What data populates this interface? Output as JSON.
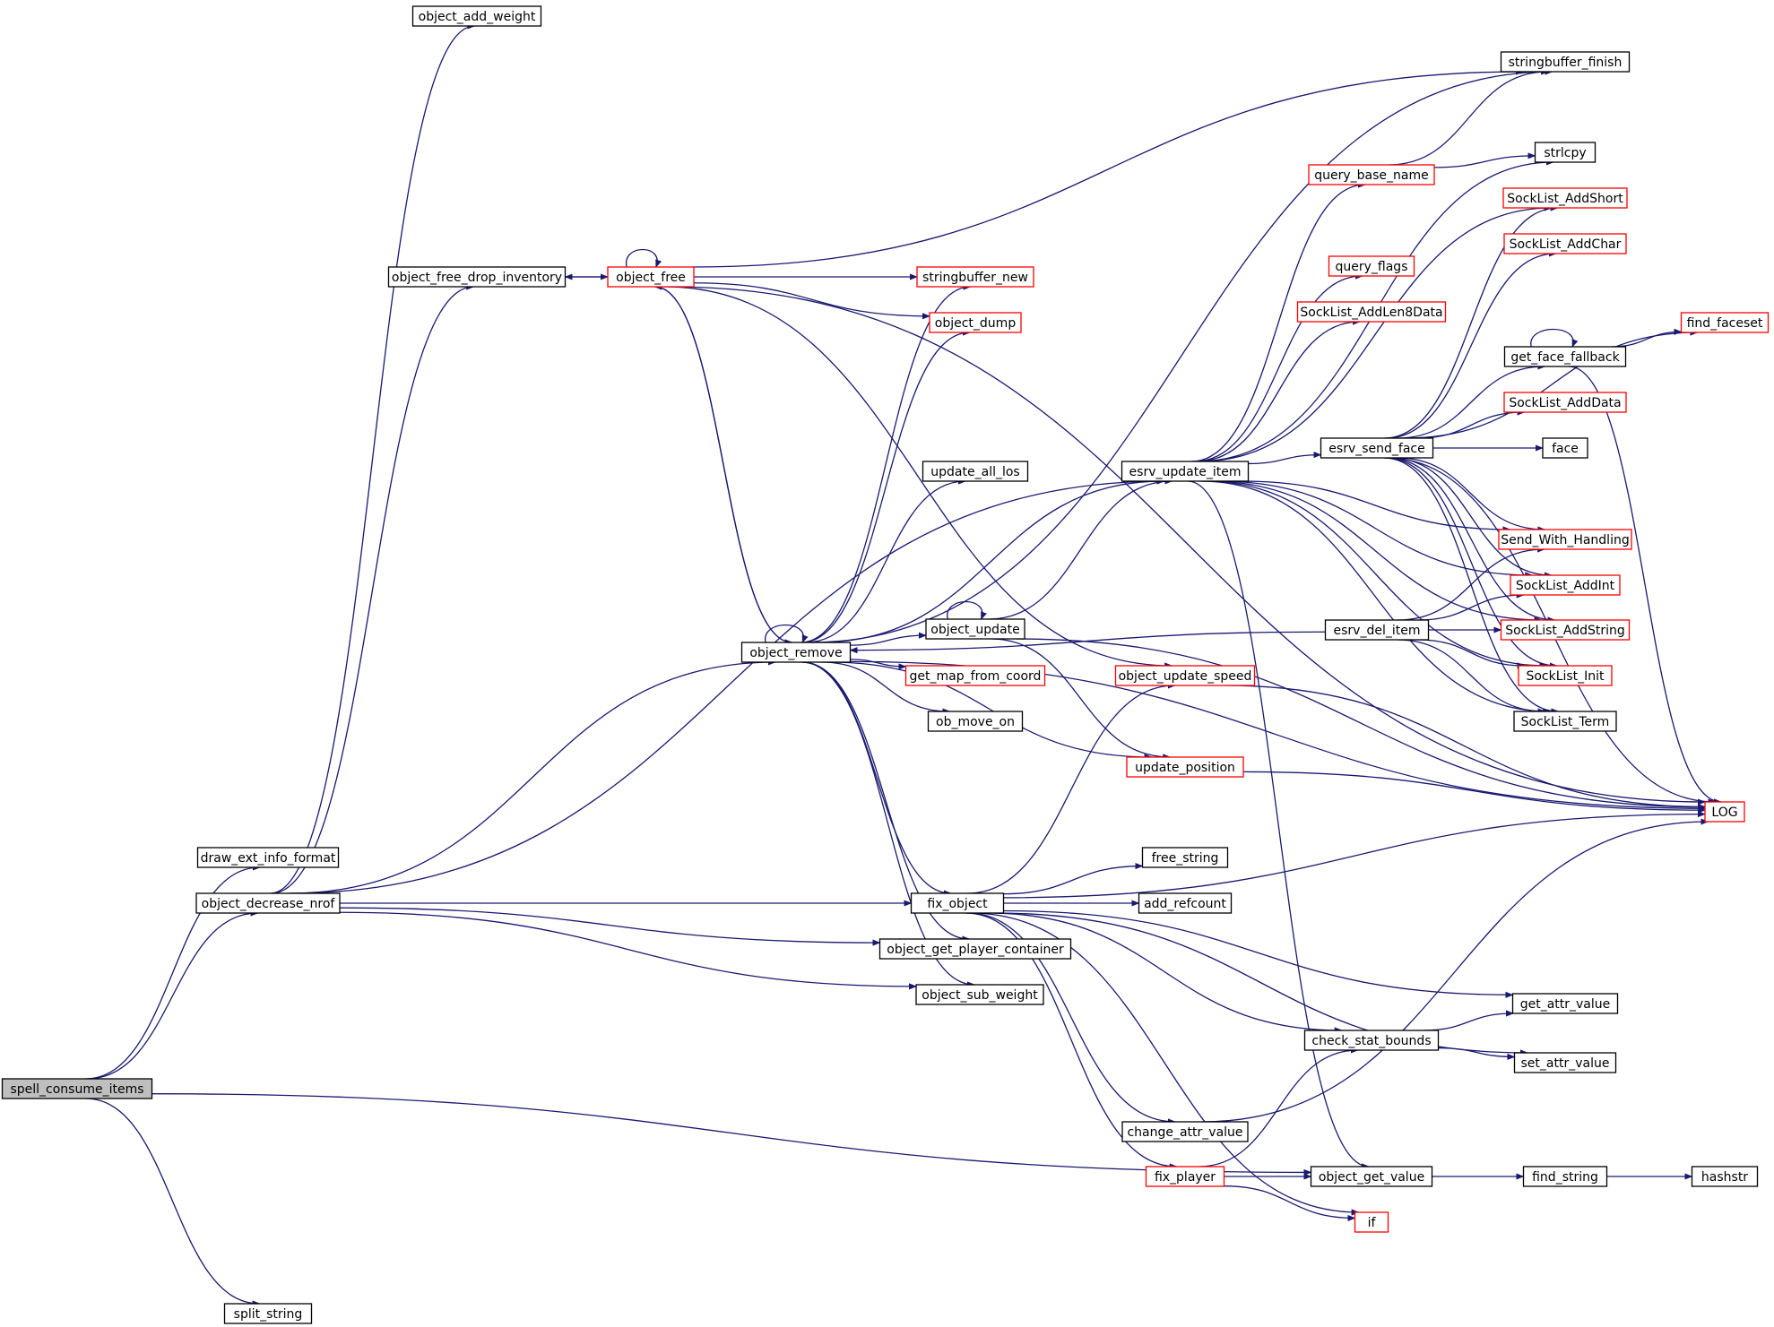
{
  "colors": {
    "edge": "#191970",
    "border_default": "#000000",
    "border_truncated": "#ff0000",
    "root_fill": "#bfbfbf",
    "node_fill": "#ffffff"
  },
  "nodes": [
    {
      "id": "spell_consume_items",
      "label": "spell_consume_items",
      "style": "root"
    },
    {
      "id": "draw_ext_info_format",
      "label": "draw_ext_info_format",
      "style": "normal"
    },
    {
      "id": "object_decrease_nrof",
      "label": "object_decrease_nrof",
      "style": "normal"
    },
    {
      "id": "split_string",
      "label": "split_string",
      "style": "normal"
    },
    {
      "id": "object_add_weight",
      "label": "object_add_weight",
      "style": "normal"
    },
    {
      "id": "object_free_drop_inventory",
      "label": "object_free_drop_inventory",
      "style": "normal"
    },
    {
      "id": "object_free",
      "label": "object_free",
      "style": "truncated"
    },
    {
      "id": "object_remove",
      "label": "object_remove",
      "style": "normal"
    },
    {
      "id": "stringbuffer_new",
      "label": "stringbuffer_new",
      "style": "truncated"
    },
    {
      "id": "object_dump",
      "label": "object_dump",
      "style": "truncated"
    },
    {
      "id": "update_all_los",
      "label": "update_all_los",
      "style": "normal"
    },
    {
      "id": "object_update",
      "label": "object_update",
      "style": "normal"
    },
    {
      "id": "get_map_from_coord",
      "label": "get_map_from_coord",
      "style": "truncated"
    },
    {
      "id": "ob_move_on",
      "label": "ob_move_on",
      "style": "normal"
    },
    {
      "id": "fix_object",
      "label": "fix_object",
      "style": "normal"
    },
    {
      "id": "object_get_player_container",
      "label": "object_get_player_container",
      "style": "normal"
    },
    {
      "id": "object_sub_weight",
      "label": "object_sub_weight",
      "style": "normal"
    },
    {
      "id": "esrv_update_item",
      "label": "esrv_update_item",
      "style": "normal"
    },
    {
      "id": "object_update_speed",
      "label": "object_update_speed",
      "style": "truncated"
    },
    {
      "id": "update_position",
      "label": "update_position",
      "style": "truncated"
    },
    {
      "id": "free_string",
      "label": "free_string",
      "style": "normal"
    },
    {
      "id": "add_refcount",
      "label": "add_refcount",
      "style": "normal"
    },
    {
      "id": "check_stat_bounds",
      "label": "check_stat_bounds",
      "style": "normal"
    },
    {
      "id": "change_attr_value",
      "label": "change_attr_value",
      "style": "normal"
    },
    {
      "id": "fix_player",
      "label": "fix_player",
      "style": "truncated"
    },
    {
      "id": "object_get_value",
      "label": "object_get_value",
      "style": "normal"
    },
    {
      "id": "if",
      "label": "if",
      "style": "truncated"
    },
    {
      "id": "stringbuffer_finish",
      "label": "stringbuffer_finish",
      "style": "normal"
    },
    {
      "id": "query_base_name",
      "label": "query_base_name",
      "style": "truncated"
    },
    {
      "id": "strlcpy",
      "label": "strlcpy",
      "style": "normal"
    },
    {
      "id": "query_flags",
      "label": "query_flags",
      "style": "truncated"
    },
    {
      "id": "SockList_AddLen8Data",
      "label": "SockList_AddLen8Data",
      "style": "truncated"
    },
    {
      "id": "esrv_send_face",
      "label": "esrv_send_face",
      "style": "normal"
    },
    {
      "id": "esrv_del_item",
      "label": "esrv_del_item",
      "style": "normal"
    },
    {
      "id": "SockList_AddShort",
      "label": "SockList_AddShort",
      "style": "truncated"
    },
    {
      "id": "SockList_AddChar",
      "label": "SockList_AddChar",
      "style": "truncated"
    },
    {
      "id": "get_face_fallback",
      "label": "get_face_fallback",
      "style": "normal"
    },
    {
      "id": "SockList_AddData",
      "label": "SockList_AddData",
      "style": "truncated"
    },
    {
      "id": "face",
      "label": "face",
      "style": "normal"
    },
    {
      "id": "Send_With_Handling",
      "label": "Send_With_Handling",
      "style": "truncated"
    },
    {
      "id": "SockList_AddInt",
      "label": "SockList_AddInt",
      "style": "truncated"
    },
    {
      "id": "SockList_AddString",
      "label": "SockList_AddString",
      "style": "truncated"
    },
    {
      "id": "SockList_Init",
      "label": "SockList_Init",
      "style": "truncated"
    },
    {
      "id": "SockList_Term",
      "label": "SockList_Term",
      "style": "normal"
    },
    {
      "id": "find_faceset",
      "label": "find_faceset",
      "style": "truncated"
    },
    {
      "id": "LOG",
      "label": "LOG",
      "style": "truncated"
    },
    {
      "id": "get_attr_value",
      "label": "get_attr_value",
      "style": "normal"
    },
    {
      "id": "set_attr_value",
      "label": "set_attr_value",
      "style": "normal"
    },
    {
      "id": "find_string",
      "label": "find_string",
      "style": "normal"
    },
    {
      "id": "hashstr",
      "label": "hashstr",
      "style": "normal"
    }
  ],
  "edges": [
    [
      "spell_consume_items",
      "draw_ext_info_format"
    ],
    [
      "spell_consume_items",
      "object_decrease_nrof"
    ],
    [
      "spell_consume_items",
      "split_string"
    ],
    [
      "spell_consume_items",
      "object_get_value"
    ],
    [
      "object_decrease_nrof",
      "object_add_weight"
    ],
    [
      "object_decrease_nrof",
      "object_free_drop_inventory"
    ],
    [
      "object_decrease_nrof",
      "esrv_update_item"
    ],
    [
      "object_decrease_nrof",
      "object_remove"
    ],
    [
      "object_decrease_nrof",
      "fix_object"
    ],
    [
      "object_decrease_nrof",
      "object_get_player_container"
    ],
    [
      "object_decrease_nrof",
      "object_sub_weight"
    ],
    [
      "object_free_drop_inventory",
      "object_free"
    ],
    [
      "object_free",
      "object_free_drop_inventory"
    ],
    [
      "object_free",
      "object_free"
    ],
    [
      "object_free",
      "stringbuffer_finish"
    ],
    [
      "object_free",
      "LOG"
    ],
    [
      "object_free",
      "stringbuffer_new"
    ],
    [
      "object_free",
      "object_dump"
    ],
    [
      "object_free",
      "object_remove"
    ],
    [
      "object_free",
      "object_update_speed"
    ],
    [
      "object_remove",
      "object_remove"
    ],
    [
      "object_remove",
      "object_free"
    ],
    [
      "object_remove",
      "stringbuffer_new"
    ],
    [
      "object_remove",
      "object_dump"
    ],
    [
      "object_remove",
      "update_all_los"
    ],
    [
      "object_remove",
      "esrv_update_item"
    ],
    [
      "object_remove",
      "stringbuffer_finish"
    ],
    [
      "object_remove",
      "object_update"
    ],
    [
      "object_remove",
      "get_map_from_coord"
    ],
    [
      "object_remove",
      "ob_move_on"
    ],
    [
      "object_remove",
      "update_position"
    ],
    [
      "object_remove",
      "LOG"
    ],
    [
      "object_remove",
      "fix_object"
    ],
    [
      "object_remove",
      "object_get_player_container"
    ],
    [
      "object_remove",
      "object_sub_weight"
    ],
    [
      "object_update",
      "object_update"
    ],
    [
      "object_update",
      "esrv_update_item"
    ],
    [
      "object_update",
      "update_position"
    ],
    [
      "object_update",
      "LOG"
    ],
    [
      "esrv_del_item",
      "object_remove"
    ],
    [
      "esrv_update_item",
      "query_base_name"
    ],
    [
      "esrv_update_item",
      "strlcpy"
    ],
    [
      "esrv_update_item",
      "query_flags"
    ],
    [
      "esrv_update_item",
      "SockList_AddLen8Data"
    ],
    [
      "esrv_update_item",
      "SockList_AddShort"
    ],
    [
      "esrv_update_item",
      "esrv_send_face"
    ],
    [
      "esrv_update_item",
      "Send_With_Handling"
    ],
    [
      "esrv_update_item",
      "SockList_AddInt"
    ],
    [
      "esrv_update_item",
      "SockList_AddString"
    ],
    [
      "esrv_update_item",
      "SockList_Init"
    ],
    [
      "esrv_update_item",
      "SockList_Term"
    ],
    [
      "esrv_update_item",
      "object_get_value"
    ],
    [
      "query_base_name",
      "stringbuffer_finish"
    ],
    [
      "query_base_name",
      "strlcpy"
    ],
    [
      "esrv_send_face",
      "SockList_AddShort"
    ],
    [
      "esrv_send_face",
      "SockList_AddChar"
    ],
    [
      "esrv_send_face",
      "find_faceset"
    ],
    [
      "esrv_send_face",
      "get_face_fallback"
    ],
    [
      "esrv_send_face",
      "SockList_AddData"
    ],
    [
      "esrv_send_face",
      "face"
    ],
    [
      "esrv_send_face",
      "Send_With_Handling"
    ],
    [
      "esrv_send_face",
      "SockList_AddInt"
    ],
    [
      "esrv_send_face",
      "SockList_AddString"
    ],
    [
      "esrv_send_face",
      "SockList_Init"
    ],
    [
      "esrv_send_face",
      "SockList_Term"
    ],
    [
      "esrv_send_face",
      "LOG"
    ],
    [
      "get_face_fallback",
      "get_face_fallback"
    ],
    [
      "get_face_fallback",
      "find_faceset"
    ],
    [
      "get_face_fallback",
      "LOG"
    ],
    [
      "esrv_del_item",
      "Send_With_Handling"
    ],
    [
      "esrv_del_item",
      "SockList_AddInt"
    ],
    [
      "esrv_del_item",
      "SockList_AddString"
    ],
    [
      "esrv_del_item",
      "SockList_Init"
    ],
    [
      "esrv_del_item",
      "SockList_Term"
    ],
    [
      "object_update_speed",
      "LOG"
    ],
    [
      "update_position",
      "LOG"
    ],
    [
      "fix_object",
      "object_update_speed"
    ],
    [
      "fix_object",
      "free_string"
    ],
    [
      "fix_object",
      "add_refcount"
    ],
    [
      "fix_object",
      "LOG"
    ],
    [
      "fix_object",
      "get_attr_value"
    ],
    [
      "fix_object",
      "check_stat_bounds"
    ],
    [
      "fix_object",
      "set_attr_value"
    ],
    [
      "fix_object",
      "change_attr_value"
    ],
    [
      "fix_object",
      "fix_player"
    ],
    [
      "fix_object",
      "if"
    ],
    [
      "check_stat_bounds",
      "get_attr_value"
    ],
    [
      "check_stat_bounds",
      "set_attr_value"
    ],
    [
      "change_attr_value",
      "LOG"
    ],
    [
      "fix_player",
      "check_stat_bounds"
    ],
    [
      "fix_player",
      "object_get_value"
    ],
    [
      "fix_player",
      "if"
    ],
    [
      "object_get_value",
      "find_string"
    ],
    [
      "find_string",
      "hashstr"
    ]
  ]
}
